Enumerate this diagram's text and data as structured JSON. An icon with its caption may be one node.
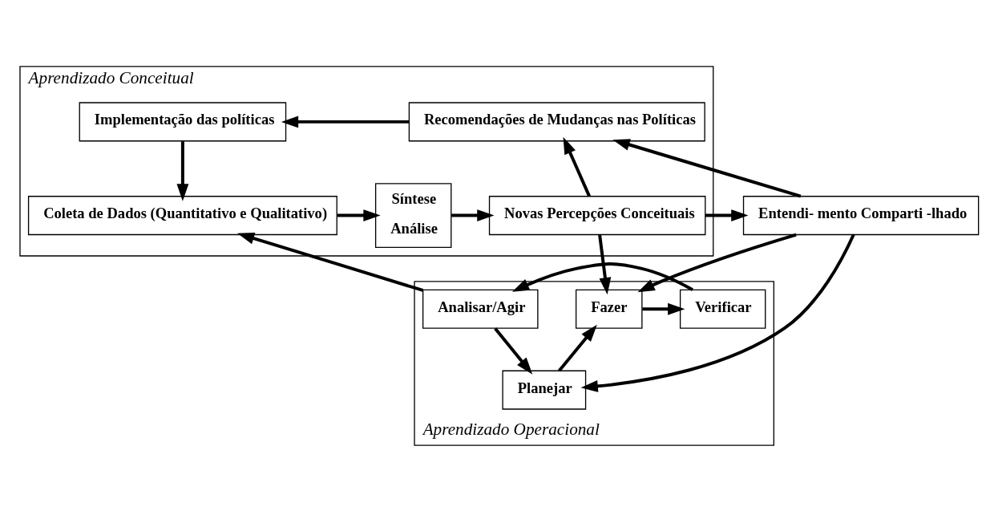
{
  "diagram": {
    "nodes": [
      {
        "text": [
          "Aprendizado Conceitual"
        ]
      },
      {
        "text": [
          "Implementação das políticas"
        ],
        "in": 0
      },
      {
        "text": [
          "Recomendações de Mudanças nas Políticas"
        ],
        "in": 0
      },
      {
        "text": [
          "Coleta de Dados (Quantitativo e Qualitativo)"
        ],
        "in": 0
      },
      {
        "text": [
          "Síntese",
          "Análise"
        ],
        "in": 0
      },
      {
        "text": [
          "Novas Percepções Conceituais"
        ],
        "in": 0
      },
      {
        "text": [
          "Entendi- mento Comparti -lhado"
        ]
      },
      {
        "text": [
          "Aprendizado Operacional"
        ]
      },
      {
        "text": [
          "Analisar/Agir"
        ],
        "in": 7
      },
      {
        "text": [
          "Verificar"
        ],
        "in": 7
      },
      {
        "text": [
          "Fazer"
        ],
        "in": 7
      },
      {
        "text": [
          "Planejar"
        ],
        "in": 7
      }
    ],
    "edges": [
      {
        "from": 6,
        "to": 2,
        "arrow": "to"
      },
      {
        "from": 2,
        "to": 1,
        "arrow": "to"
      },
      {
        "from": 1,
        "to": 3,
        "arrow": "to"
      },
      {
        "from": 3,
        "to": 4,
        "arrow": "to"
      },
      {
        "from": 4,
        "to": 5,
        "arrow": "to"
      },
      {
        "from": 5,
        "to": 2,
        "arrow": "to"
      },
      {
        "from": 5,
        "to": 6,
        "arrow": "to"
      },
      {
        "from": 5,
        "to": 10,
        "arrow": "to"
      },
      {
        "from": 10,
        "to": 9,
        "arrow": "to"
      },
      {
        "from": 9,
        "to": 8,
        "arrow": "to"
      },
      {
        "from": 8,
        "to": 3,
        "arrow": "to"
      },
      {
        "from": 8,
        "to": 11,
        "arrow": "to"
      },
      {
        "from": 11,
        "to": 10,
        "arrow": "to"
      },
      {
        "from": 6,
        "to": 10,
        "arrow": "to"
      },
      {
        "from": 6,
        "to": 11,
        "arrow": "to"
      }
    ]
  }
}
